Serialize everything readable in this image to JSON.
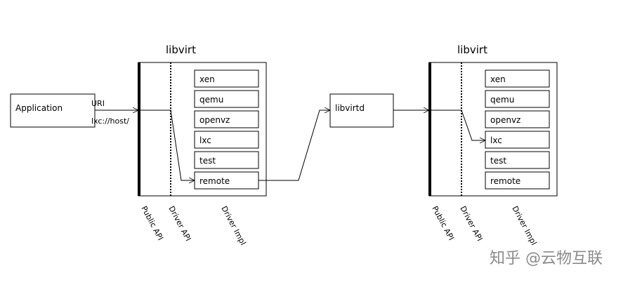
{
  "application": {
    "label": "Application"
  },
  "uri": {
    "label": "URI",
    "value": "lxc://host/"
  },
  "left_libvirt": {
    "title": "libvirt",
    "drivers": [
      "xen",
      "qemu",
      "openvz",
      "lxc",
      "test",
      "remote"
    ]
  },
  "daemon": {
    "label": "libvirtd"
  },
  "right_libvirt": {
    "title": "libvirt",
    "drivers": [
      "xen",
      "qemu",
      "openvz",
      "lxc",
      "test",
      "remote"
    ]
  },
  "layer_labels": [
    "Public API",
    "Driver API",
    "Driver Impl"
  ],
  "watermark": "知乎 @云物互联"
}
